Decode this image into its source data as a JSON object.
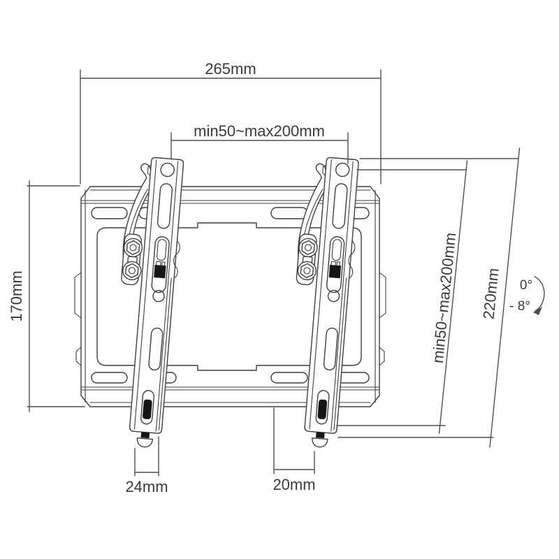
{
  "meta": {
    "type": "technical-dimension-drawing",
    "subject": "Tilting TV wall-mount bracket, front view with dimension annotations"
  },
  "labels": {
    "top_width": "265mm",
    "top_vesa_horizontal": "min50~max200mm",
    "left_height": "170mm",
    "right_vesa_vertical": "min50~max200mm",
    "right_bracket_length": "220mm",
    "tilt_upper": "0°",
    "tilt_lower": "- 8°",
    "bottom_left_gap": "24mm",
    "bottom_right_gap": "20mm"
  },
  "colors": {
    "background": "#ffffff",
    "line": "#3e3e3e",
    "dimension": "#4f4f4f",
    "text": "#3a3a3a",
    "dark_fill": "#161616"
  }
}
